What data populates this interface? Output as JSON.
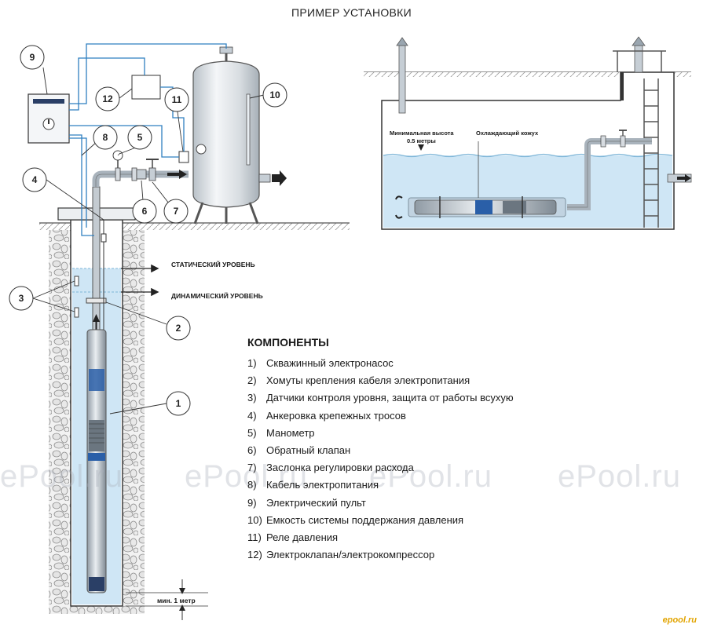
{
  "title": "ПРИМЕР УСТАНОВКИ",
  "levels": {
    "static": "СТАТИЧЕСКИЙ УРОВЕНЬ",
    "dynamic": "ДИНАМИЧЕСКИЙ УРОВЕНЬ",
    "min_depth": "мин. 1 метр"
  },
  "tank_labels": {
    "min_height_line1": "Минимальная высота",
    "min_height_line2": "0.5 метры",
    "jacket": "Охлаждающий кожух"
  },
  "callouts": [
    "1",
    "2",
    "3",
    "4",
    "5",
    "6",
    "7",
    "8",
    "9",
    "10",
    "11",
    "12"
  ],
  "components": {
    "heading": "КОМПОНЕНТЫ",
    "items": [
      {
        "num": "1)",
        "text": "Скважинный электронасос"
      },
      {
        "num": "2)",
        "text": "Хомуты крепления кабеля электропитания"
      },
      {
        "num": "3)",
        "text": "Датчики контроля уровня, защита от работы всухую"
      },
      {
        "num": "4)",
        "text": "Анкеровка крепежных тросов"
      },
      {
        "num": "5)",
        "text": "Манометр"
      },
      {
        "num": "6)",
        "text": "Обратный клапан"
      },
      {
        "num": "7)",
        "text": "Заслонка регулировки расхода"
      },
      {
        "num": "8)",
        "text": "Кабель электропитания"
      },
      {
        "num": "9)",
        "text": "Электрический пульт"
      },
      {
        "num": "10)",
        "text": "Емкость системы поддержания давления"
      },
      {
        "num": "11)",
        "text": "Реле давления"
      },
      {
        "num": "12)",
        "text": "Электроклапан/электрокомпрессор"
      }
    ]
  },
  "watermark": "ePool.ru",
  "site_logo": "epool.ru",
  "colors": {
    "water": "#cfe6f5",
    "water_line": "#7fb6d8",
    "pipe": "#a9b3bc",
    "wire": "#2f7fc0",
    "pump": "#9aa6b0",
    "pump_blue": "#2a5fa8"
  }
}
